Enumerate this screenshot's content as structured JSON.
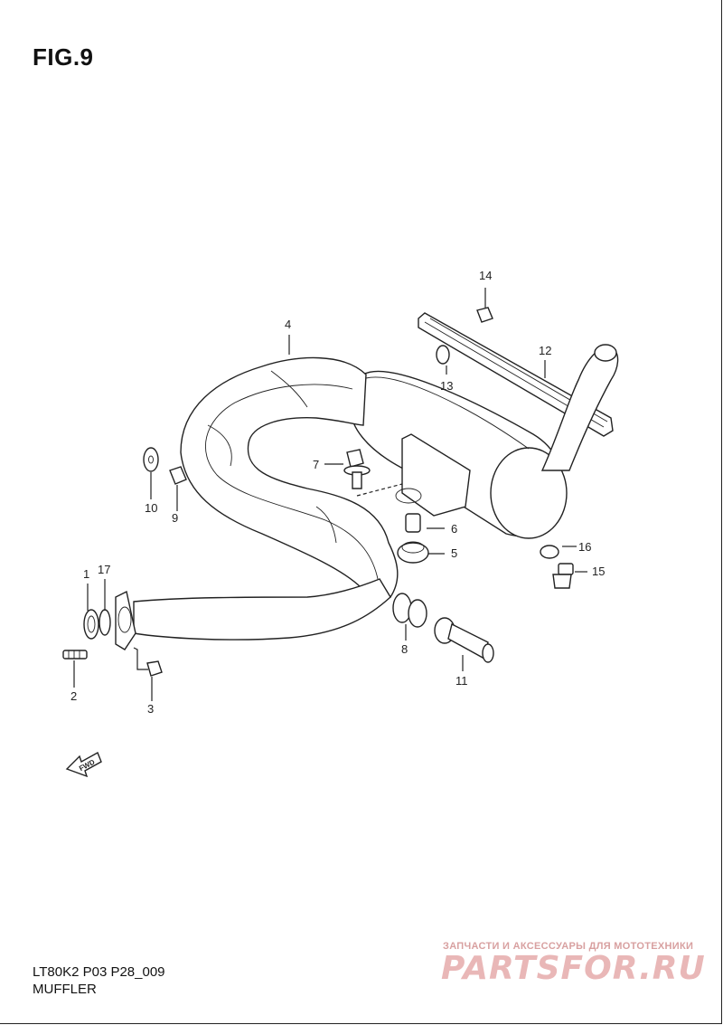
{
  "figure": {
    "title": "FIG.9"
  },
  "footer": {
    "code": "LT80K2 P03 P28_009",
    "name": "MUFFLER"
  },
  "watermark": {
    "tagline": "ЗАПЧАСТИ И АКСЕССУАРЫ ДЛЯ МОТОТЕХНИКИ",
    "logo": "PARTSFOR.RU"
  },
  "direction_marker": {
    "label": "FWD",
    "icon": "arrow-left-icon"
  },
  "callouts": [
    {
      "id": "1",
      "label": "1"
    },
    {
      "id": "2",
      "label": "2"
    },
    {
      "id": "3",
      "label": "3"
    },
    {
      "id": "4",
      "label": "4"
    },
    {
      "id": "5",
      "label": "5"
    },
    {
      "id": "6",
      "label": "6"
    },
    {
      "id": "7",
      "label": "7"
    },
    {
      "id": "8",
      "label": "8"
    },
    {
      "id": "9",
      "label": "9"
    },
    {
      "id": "10",
      "label": "10"
    },
    {
      "id": "11",
      "label": "11"
    },
    {
      "id": "12",
      "label": "12"
    },
    {
      "id": "13",
      "label": "13"
    },
    {
      "id": "14",
      "label": "14"
    },
    {
      "id": "15",
      "label": "15"
    },
    {
      "id": "16",
      "label": "16"
    },
    {
      "id": "17",
      "label": "17"
    }
  ]
}
